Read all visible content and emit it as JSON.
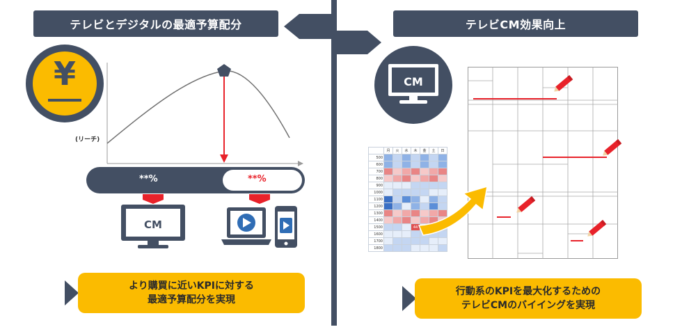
{
  "left": {
    "banner_title": "テレビとデジタルの最適予算配分",
    "yen_symbol": "¥",
    "reach_label": "(リーチ)",
    "tv_share": "**%",
    "digital_share": "**%",
    "tv_monitor_label": "CM",
    "callout_line1": "より購買に近いKPIに対する",
    "callout_line2": "最適予算配分を実現"
  },
  "right": {
    "banner_title": "テレビCM効果向上",
    "tv_icon_label": "CM",
    "callout_line1": "行動系のKPIを最大化するための",
    "callout_line2": "テレビCMのバイイングを実現"
  },
  "heatmap": {
    "days": [
      "月",
      "火",
      "水",
      "木",
      "金",
      "土",
      "日"
    ],
    "hours": [
      "500",
      "600",
      "700",
      "800",
      "900",
      "1000",
      "1100",
      "1200",
      "1300",
      "1400",
      "1500",
      "1600",
      "1700",
      "1800"
    ],
    "highlight_value": "44"
  },
  "colors": {
    "dark": "#434f63",
    "accent": "#fbbb00",
    "red": "#e8222a",
    "gray_line": "#8a8a8a"
  }
}
